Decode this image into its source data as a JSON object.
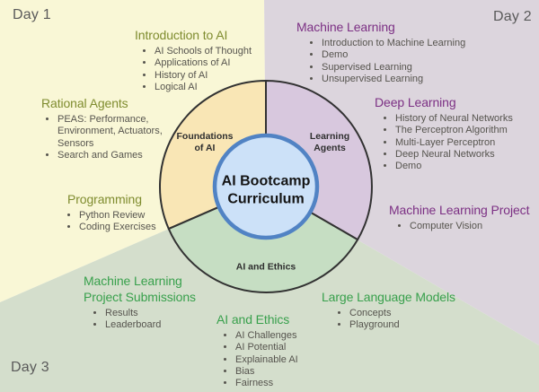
{
  "diagram_title": "AI Bootcamp Curriculum",
  "colors": {
    "day1_bg": "#f9f7d6",
    "day2_bg": "#dcd5dd",
    "day3_bg": "#d4decc",
    "segment_foundations": "#f9e6b5",
    "segment_learning": "#d8c8de",
    "segment_ethics": "#c6dec3",
    "hub_fill": "#cce1f8",
    "hub_border": "#5183c4",
    "outline": "#323232",
    "day1_heading": "#7f8c2f",
    "day2_heading": "#7c3084",
    "day3_heading": "#38a04c",
    "day_label_text": "#5a5a5a",
    "bullet_text": "#56544e"
  },
  "day_labels": {
    "day1": "Day 1",
    "day2": "Day 2",
    "day3": "Day 3"
  },
  "hub": {
    "label": "AI Bootcamp\nCurriculum"
  },
  "segments": {
    "foundations": {
      "label": "Foundations\nof AI"
    },
    "learning": {
      "label": "Learning\nAgents"
    },
    "ethics": {
      "label": "AI and Ethics"
    }
  },
  "sections": {
    "introduction_to_ai": {
      "title": "Introduction to AI",
      "items": [
        "AI Schools of Thought",
        "Applications of AI",
        "History of AI",
        "Logical AI"
      ]
    },
    "rational_agents": {
      "title": "Rational Agents",
      "items": [
        "PEAS: Performance, Environment, Actuators, Sensors",
        "Search and Games"
      ]
    },
    "programming": {
      "title": "Programming",
      "items": [
        "Python Review",
        "Coding Exercises"
      ]
    },
    "machine_learning": {
      "title": "Machine Learning",
      "items": [
        "Introduction to Machine Learning",
        "Demo",
        "Supervised Learning",
        "Unsupervised Learning"
      ]
    },
    "deep_learning": {
      "title": "Deep Learning",
      "items": [
        "History of Neural Networks",
        "The Perceptron Algorithm",
        "Multi-Layer Perceptron",
        "Deep Neural Networks",
        "Demo"
      ]
    },
    "machine_learning_project": {
      "title": "Machine Learning Project",
      "items": [
        "Computer Vision"
      ]
    },
    "ml_project_submissions": {
      "title": "Machine Learning Project Submissions",
      "items": [
        "Results",
        "Leaderboard"
      ]
    },
    "ai_and_ethics": {
      "title": "AI and Ethics",
      "items": [
        "AI Challenges",
        "AI Potential",
        "Explainable AI",
        "Bias",
        "Fairness"
      ]
    },
    "large_language_models": {
      "title": "Large Language Models",
      "items": [
        "Concepts",
        "Playground"
      ]
    }
  }
}
